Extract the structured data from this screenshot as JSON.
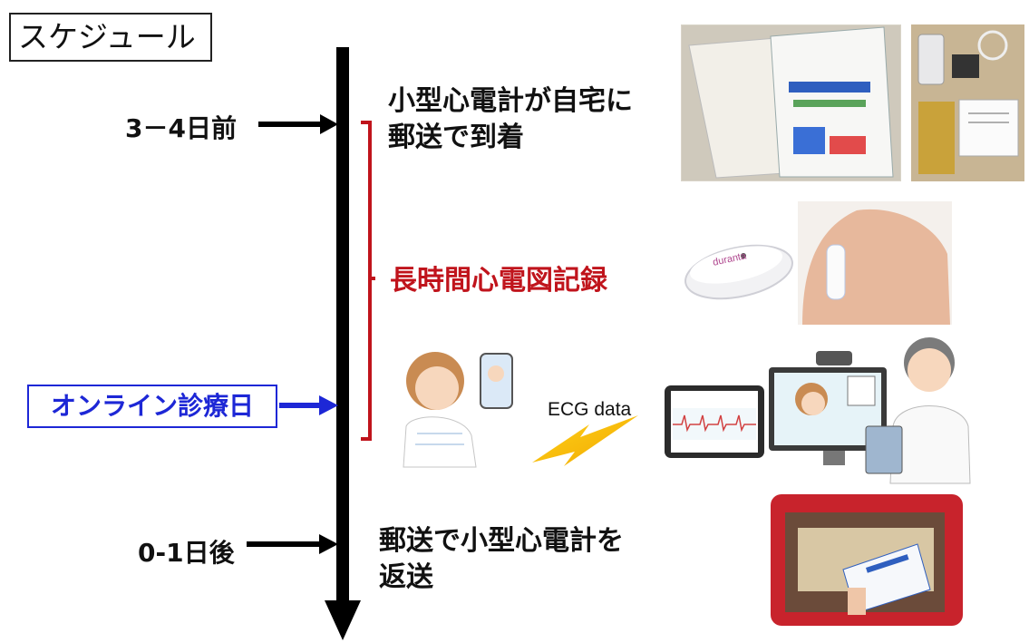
{
  "title": "スケジュール",
  "timeline": {
    "before": "3－4日前",
    "online_day": "オンライン診療日",
    "after": "0-1日後"
  },
  "steps": {
    "arrival": [
      "小型心電計が自宅に",
      "郵送で到着"
    ],
    "recording": "長時間心電図記録",
    "return": [
      "郵送で小型心電計を",
      "返送"
    ]
  },
  "ecg_label": "ECG data",
  "device_brand": "duranta",
  "colors": {
    "timeline": "#000000",
    "recording": "#c0141c",
    "online": "#1d27d6"
  }
}
